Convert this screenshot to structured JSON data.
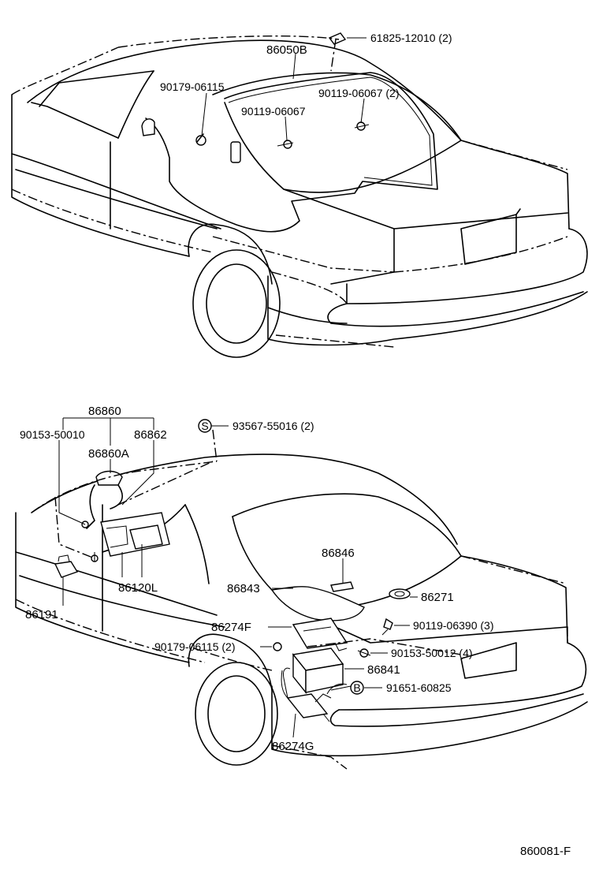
{
  "top": {
    "labels": {
      "p1": "61825-12010 (2)",
      "p2": "86050B",
      "p3": "90179-06115",
      "p4": "90119-06067 (2)",
      "p5": "90119-06067"
    }
  },
  "bottom": {
    "labels": {
      "b1": "86860",
      "b2": "90153-50010",
      "b3": "86862",
      "b4": "86860A",
      "b5": "93567-55016 (2)",
      "b6": "86120L",
      "b7": "86191",
      "b8": "86846",
      "b9": "86843",
      "b10": "86271",
      "b11": "86274F",
      "b12": "90119-06390 (3)",
      "b13": "90179-06115 (2)",
      "b14": "90153-50012 (4)",
      "b15": "86841",
      "b16": "91651-60825",
      "b17": "86274G"
    },
    "markers": {
      "s": "S",
      "b": "B"
    }
  },
  "footer": {
    "code": "860081-F"
  }
}
